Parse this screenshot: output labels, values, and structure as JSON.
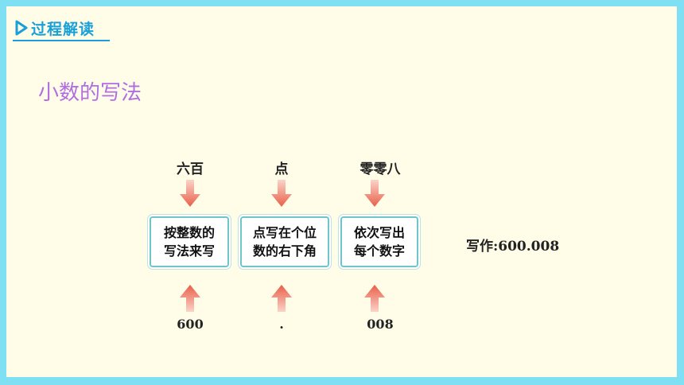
{
  "header": {
    "section_title": "过程解读"
  },
  "subtitle": "小数的写法",
  "columns": [
    {
      "top_label": "六百",
      "box_line1": "按整数的",
      "box_line2": "写法来写",
      "bottom_label": "600"
    },
    {
      "top_label": "点",
      "box_line1": "点写在个位",
      "box_line2": "数的右下角",
      "bottom_label": "."
    },
    {
      "top_label": "零零八",
      "box_line1": "依次写出",
      "box_line2": "每个数字",
      "bottom_label": "008"
    }
  ],
  "result": "写作:600.008",
  "colors": {
    "background": "#7fe0f4",
    "panel": "#fffde8",
    "accent": "#1aa0d8",
    "subtitle": "#b06ee0",
    "arrow": "#f08070"
  }
}
